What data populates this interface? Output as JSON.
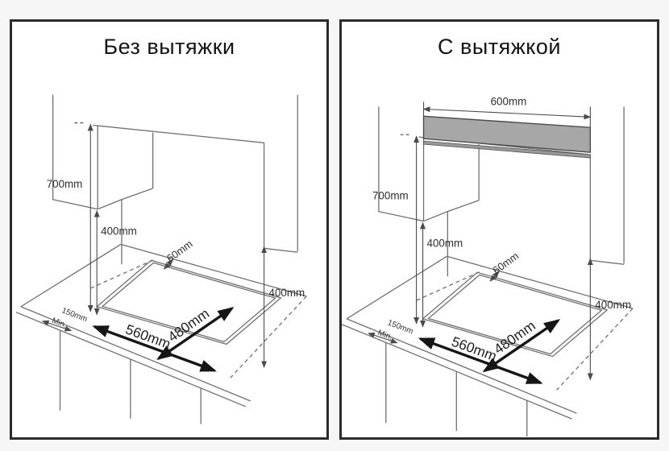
{
  "page": {
    "background": "#f6f6f6"
  },
  "panels": [
    {
      "id": "without-hood",
      "title": "Без вытяжки",
      "dims": {
        "wall_clearance": "700mm",
        "cabinet_clearance": "400mm",
        "rear_edge_gap": "60mm",
        "side_clearance": "400mm",
        "side_min_distance": "150mm",
        "side_min_note": "Min.",
        "cutout_width": "560mm",
        "cutout_depth": "480mm"
      }
    },
    {
      "id": "with-hood",
      "title": "С вытяжкой",
      "dims": {
        "hood_width": "600mm",
        "wall_clearance": "700mm",
        "cabinet_clearance": "400mm",
        "rear_edge_gap": "60mm",
        "side_clearance": "400mm",
        "side_min_distance": "150mm",
        "side_min_note": "Min.",
        "cutout_width": "560mm",
        "cutout_depth": "480mm"
      }
    }
  ],
  "colors": {
    "frame": "#2b2b2b",
    "outline": "#6f6f6f",
    "dimension_line": "#4a4a4a",
    "arrow": "#161616",
    "hood_fill": "#a7a7a7",
    "hood_rim": "#999999",
    "panel_bg": "#ffffff",
    "page_bg": "#f6f6f6"
  }
}
